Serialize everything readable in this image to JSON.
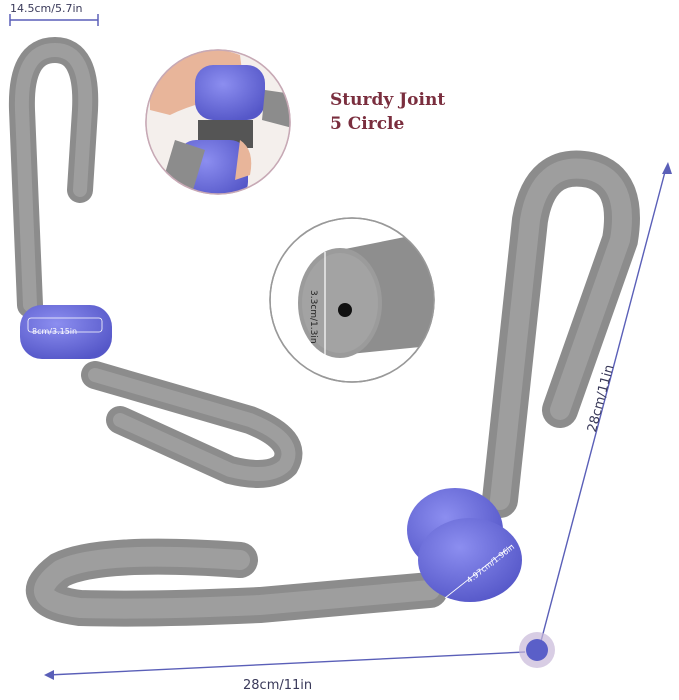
{
  "caption": {
    "line1": "Sturdy Joint",
    "line2": "5 Circle"
  },
  "dimensions": {
    "width": "14.5cm/5.7in",
    "length_bottom": "28cm/11in",
    "length_right": "28cm/11in",
    "joint_small": "8cm/3.15in",
    "joint_large": "4.97cm/1.96in",
    "tube": "3.3cm/1.3in"
  },
  "colors": {
    "foam": "#9e9e9e",
    "joint": "#6b6de0",
    "accent_line": "#5a5fb8",
    "caption": "#7a2e3e"
  }
}
